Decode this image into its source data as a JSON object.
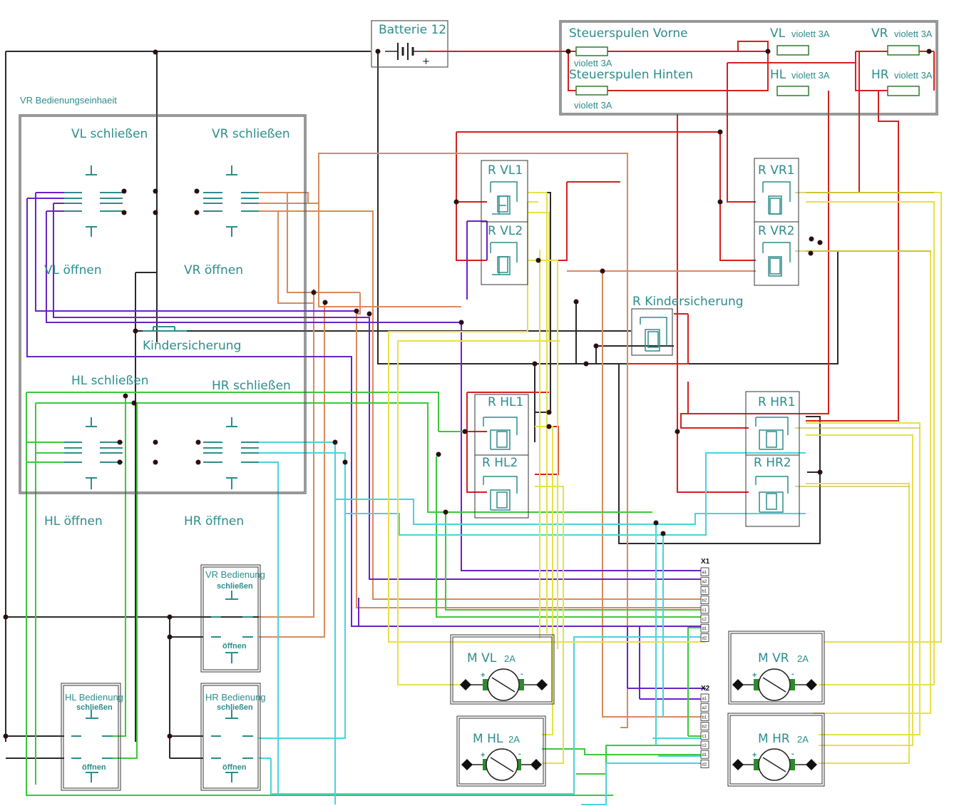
{
  "battery": {
    "label": "Batterie 12",
    "plus": "+"
  },
  "fuse_panel": {
    "front_title": "Steuerspulen Vorne",
    "rear_title": "Steuerspulen Hinten",
    "front_rating": "violett 3A",
    "rear_rating": "violett 3A",
    "vl": {
      "name": "VL",
      "rating": "violett 3A"
    },
    "vr": {
      "name": "VR",
      "rating": "violett 3A"
    },
    "hl": {
      "name": "HL",
      "rating": "violett 3A"
    },
    "hr": {
      "name": "HR",
      "rating": "violett 3A"
    }
  },
  "control_unit": {
    "title": "VR Bedienungseinhaeit",
    "vl_close": "VL schließen",
    "vr_close": "VR schließen",
    "vl_open": "VL öffnen",
    "vr_open": "VR öffnen",
    "child_lock": "Kindersicherung",
    "hl_close": "HL schließen",
    "hr_close": "HR schließen"
  },
  "outer_labels": {
    "hl_open": "HL öffnen",
    "hr_open": "HR öffnen"
  },
  "relays": {
    "vl1": "R VL1",
    "vl2": "R VL2",
    "vr1": "R VR1",
    "vr2": "R VR2",
    "hl1": "R HL1",
    "hl2": "R HL2",
    "hr1": "R HR1",
    "hr2": "R HR2",
    "child_lock": "R Kindersicherung"
  },
  "door_controls": {
    "vr": {
      "title": "VR Bedienung",
      "close": "schließen",
      "open": "öffnen"
    },
    "hl": {
      "title": "HL Bedienung",
      "close": "schließen",
      "open": "öffnen"
    },
    "hr": {
      "title": "HR Bedienung",
      "close": "schließen",
      "open": "öffnen"
    }
  },
  "motors": {
    "vl": {
      "name": "M VL",
      "rating": "2A"
    },
    "vr": {
      "name": "M VR",
      "rating": "2A"
    },
    "hl": {
      "name": "M HL",
      "rating": "2A"
    },
    "hr": {
      "name": "M HR",
      "rating": "2A"
    },
    "plus": "+",
    "minus": "-"
  },
  "connectors": {
    "x1": {
      "name": "X1",
      "pins": [
        "a1",
        "a2",
        "b1",
        "b2",
        "c1",
        "c2",
        "d1",
        "d2"
      ]
    },
    "x2": {
      "name": "X2",
      "pins": [
        "a1",
        "a2",
        "b1",
        "b2",
        "c1",
        "c2",
        "d1",
        "d2"
      ]
    }
  },
  "colors": {
    "ground": "#2b2b2b",
    "positive": "#d42020",
    "front_left": "#6a22c8",
    "front_right": "#d98a5e",
    "rear_left": "#3cc83c",
    "rear_right": "#48d4dc",
    "motor": "#e6e04a",
    "label": "#2e8c8c"
  }
}
